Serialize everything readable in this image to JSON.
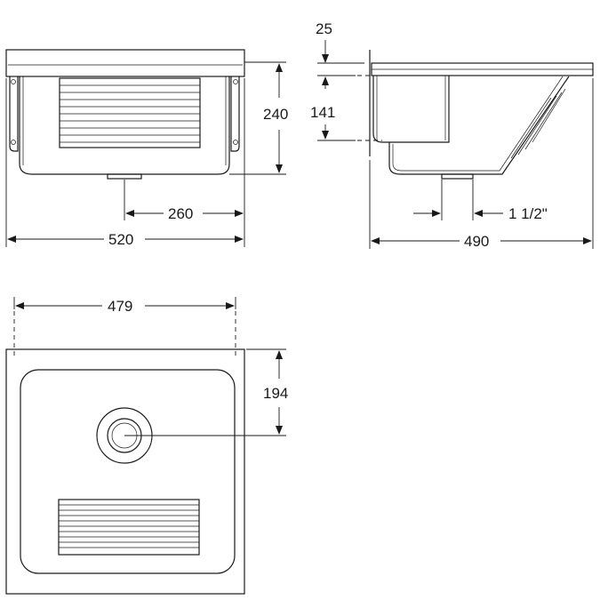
{
  "dimensions": {
    "front_overall_width": "520",
    "front_height": "240",
    "front_drain_offset": "260",
    "side_top_thickness": "25",
    "side_bowl_depth": "141",
    "side_drain_size": "1 1/2\"",
    "side_overall_depth": "490",
    "plan_width": "479",
    "plan_drain_offset": "194"
  },
  "colors": {
    "line": "#1a1a1a",
    "background": "#ffffff"
  }
}
